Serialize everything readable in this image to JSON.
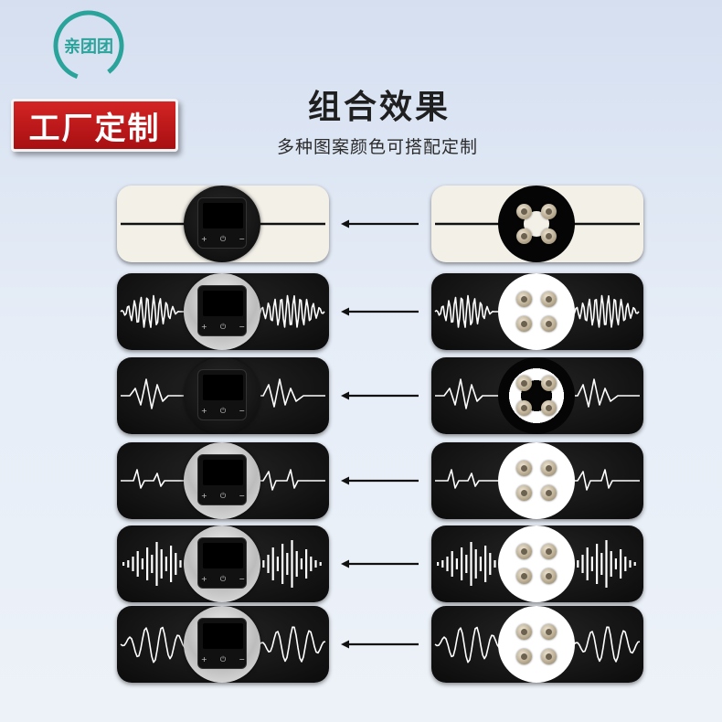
{
  "brand": {
    "logo_text": "亲团团",
    "logo_color": "#2aa39a"
  },
  "badge": {
    "label": "工厂定制",
    "color": "#c01a1c"
  },
  "header": {
    "title": "组合效果",
    "subtitle": "多种图案颜色可搭配定制"
  },
  "device_keys": {
    "plus": "+",
    "power": "⏻",
    "minus": "−"
  },
  "rows": [
    {
      "pattern": "line",
      "strip": "white",
      "device_body": "dark",
      "disc": "black"
    },
    {
      "pattern": "sound-wave",
      "strip": "dark",
      "device_body": "light",
      "disc": "white"
    },
    {
      "pattern": "heartbeat",
      "strip": "dark",
      "device_body": "dark",
      "disc": "ring"
    },
    {
      "pattern": "pulse",
      "strip": "dark",
      "device_body": "light",
      "disc": "white"
    },
    {
      "pattern": "bars",
      "strip": "dark",
      "device_body": "light",
      "disc": "white"
    },
    {
      "pattern": "wave",
      "strip": "dark",
      "device_body": "light",
      "disc": "white"
    }
  ]
}
